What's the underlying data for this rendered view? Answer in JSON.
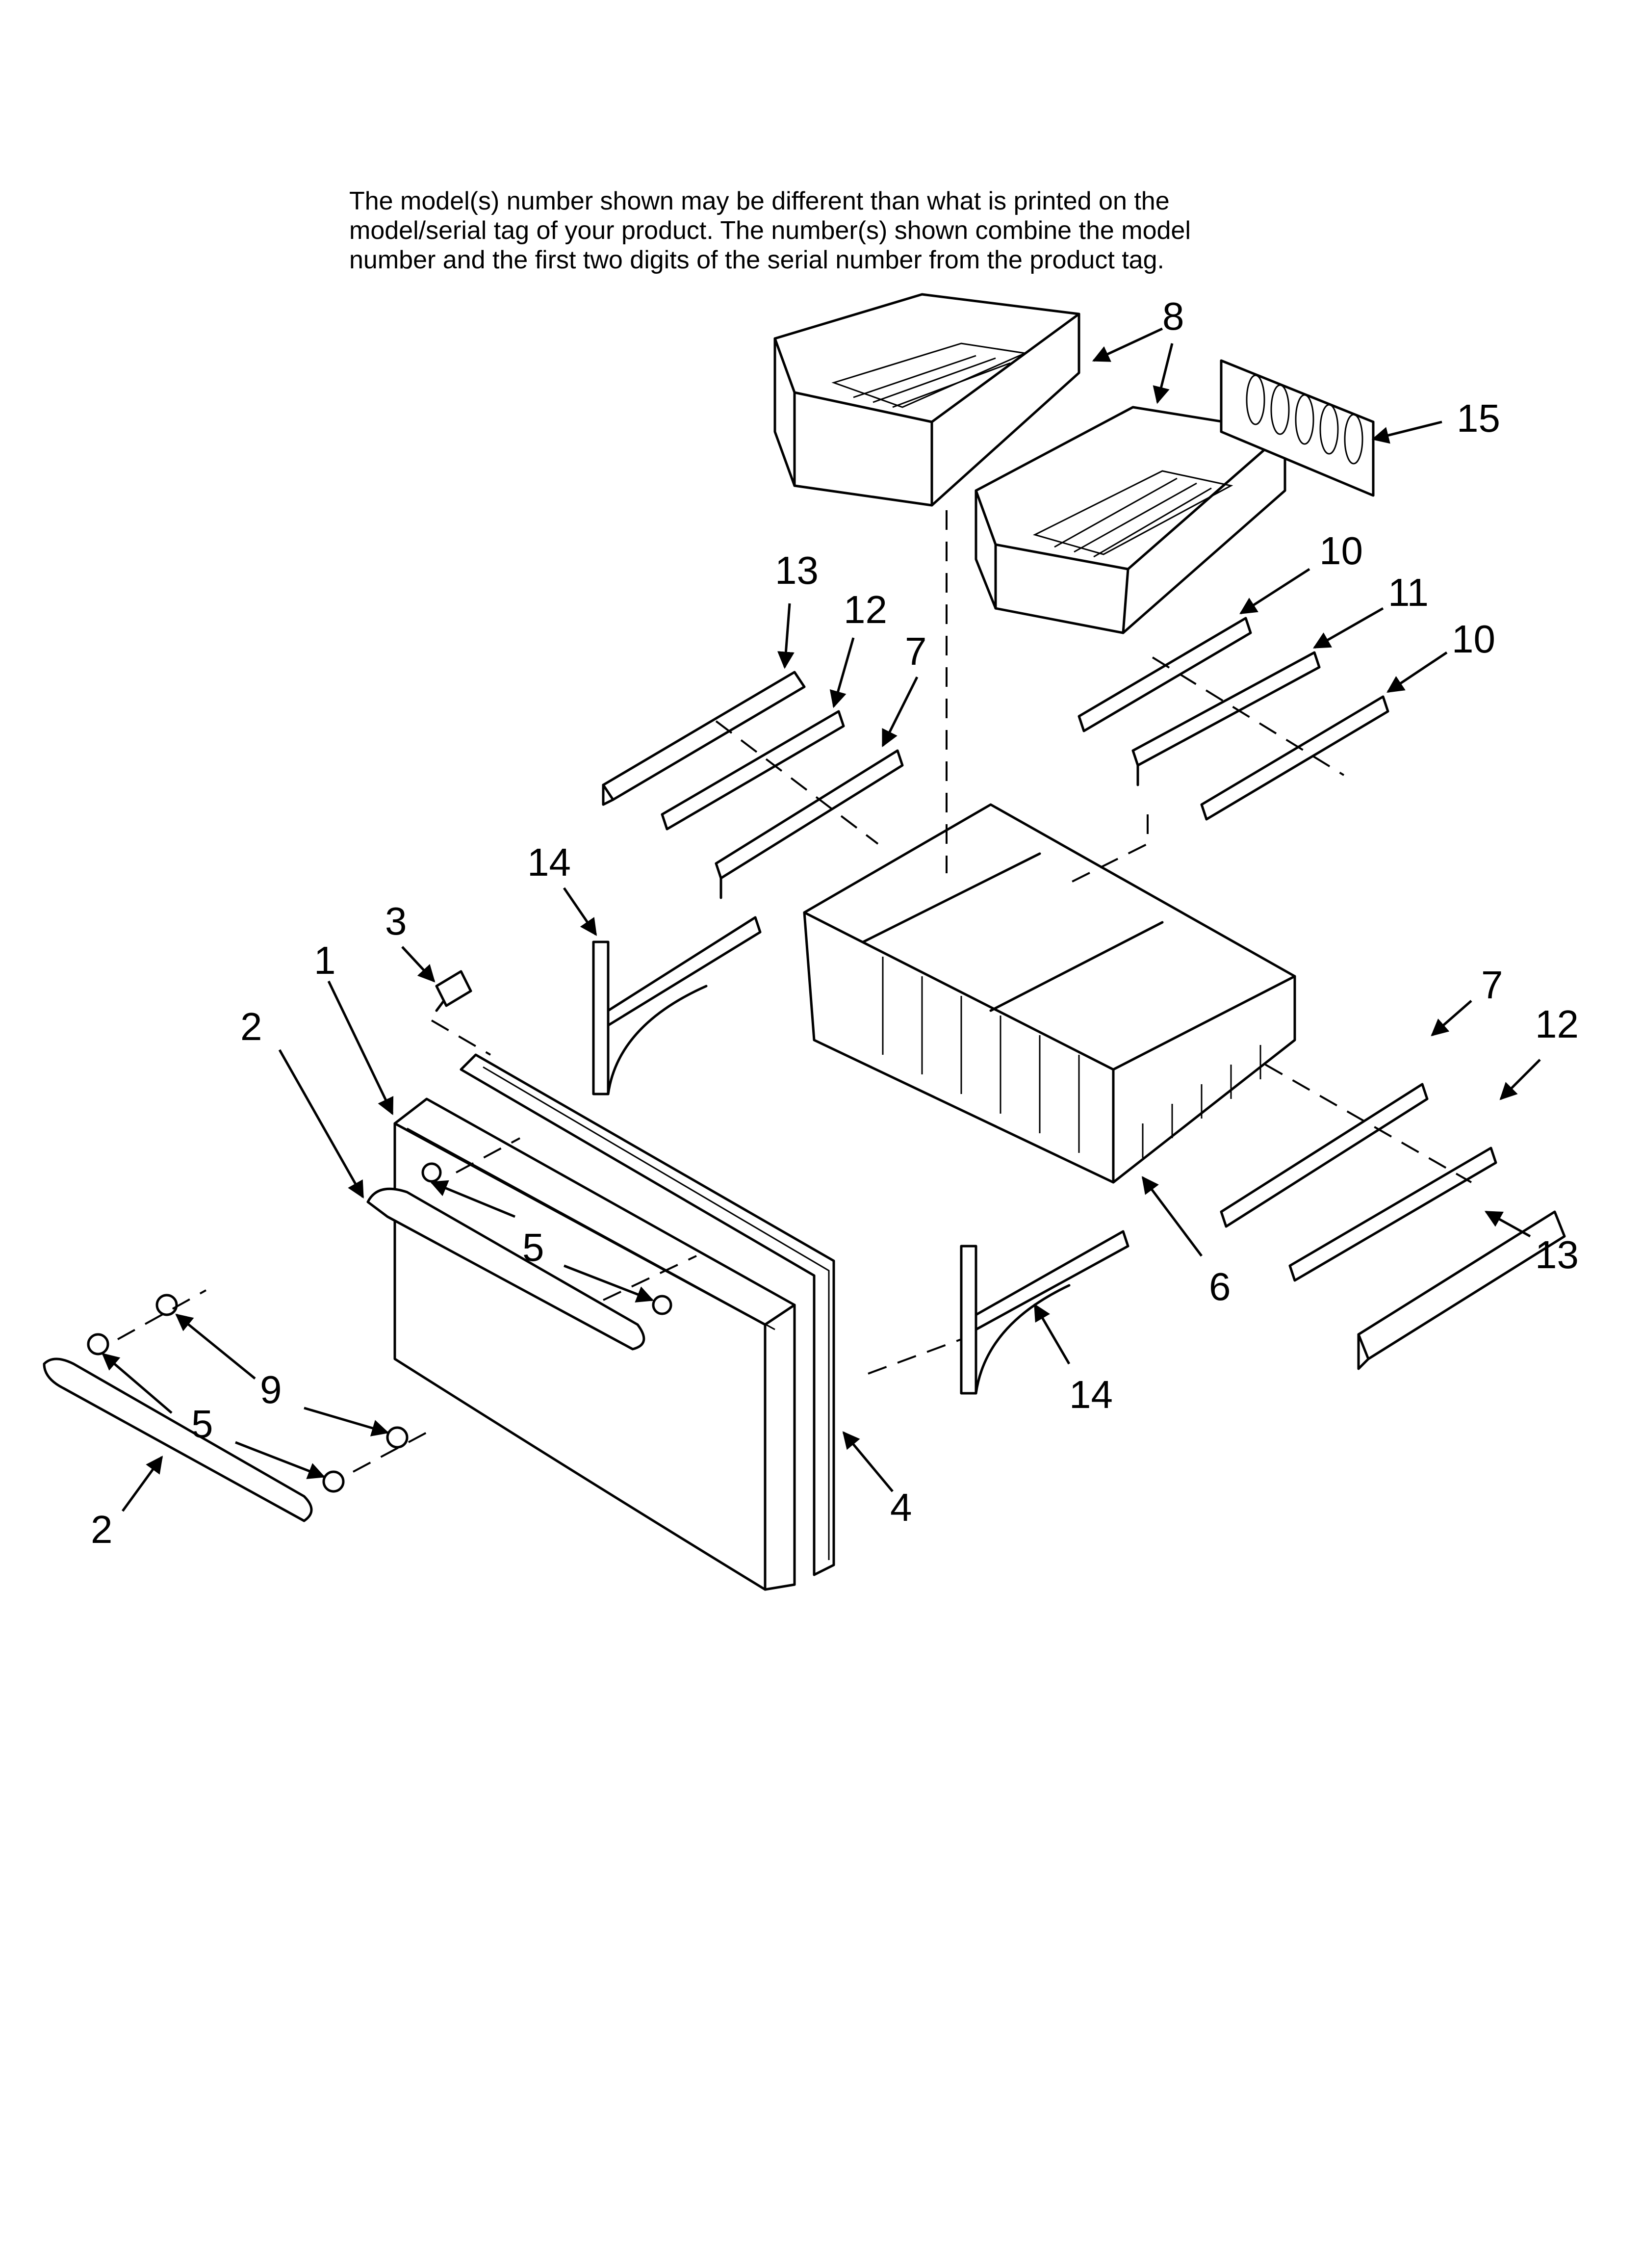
{
  "notice_lines": [
    "The model(s) number shown may be different than what is printed on the",
    "model/serial tag of your product. The number(s) shown combine the model",
    "number and the first two digits of the serial number from the product tag."
  ],
  "callouts": {
    "c1": "1",
    "c2a": "2",
    "c2b": "2",
    "c3": "3",
    "c4": "4",
    "c5a": "5",
    "c5b": "5",
    "c6": "6",
    "c7a": "7",
    "c7b": "7",
    "c8": "8",
    "c9": "9",
    "c10a": "10",
    "c10b": "10",
    "c11": "11",
    "c12a": "12",
    "c12b": "12",
    "c13a": "13",
    "c13b": "13",
    "c14a": "14",
    "c14b": "14",
    "c15": "15"
  }
}
